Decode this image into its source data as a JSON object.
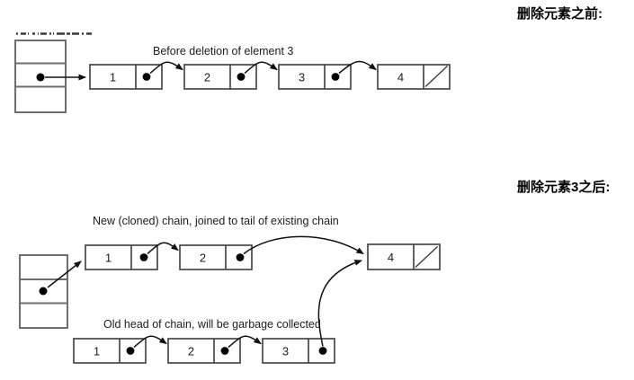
{
  "labels": {
    "before_cn": "删除元素之前:",
    "after_cn": "删除元素3之后:",
    "before_title": "Before deletion of element 3",
    "new_chain_title": "New (cloned) chain, joined to tail of existing chain",
    "old_chain_title": "Old head of chain, will be garbage collected"
  },
  "top_diagram": {
    "nodes": [
      "1",
      "2",
      "3",
      "4"
    ],
    "terminator": "null-slash"
  },
  "bottom_diagram": {
    "new_chain_nodes": [
      "1",
      "2"
    ],
    "tail_node": "4",
    "old_chain_nodes": [
      "1",
      "2",
      "3"
    ],
    "terminator": "null-slash"
  },
  "colors": {
    "background": "#ffffff",
    "node_border": "#3c3c3c",
    "table_border": "#6e6e6e",
    "ink": "#1c1c1c"
  }
}
